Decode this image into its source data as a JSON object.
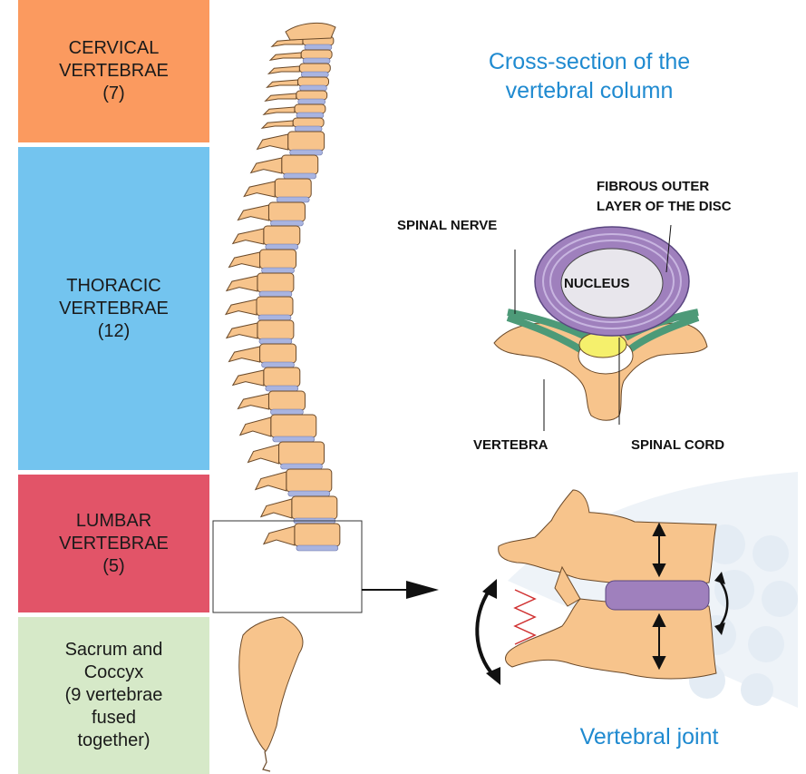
{
  "regions": {
    "cervical": {
      "lines": [
        "CERVICAL",
        "VERTEBRAE",
        "(7)"
      ],
      "color": "#fb9a5f"
    },
    "thoracic": {
      "lines": [
        "THORACIC",
        "VERTEBRAE",
        "(12)"
      ],
      "color": "#73c4ef"
    },
    "lumbar": {
      "lines": [
        "LUMBAR",
        "VERTEBRAE",
        "(5)"
      ],
      "color": "#e25468"
    },
    "sacrum": {
      "lines": [
        "Sacrum and",
        "Coccyx",
        "(9 vertebrae",
        "fused",
        "together)"
      ],
      "color": "#d6e9c8"
    }
  },
  "cross_section": {
    "title_lines": [
      "Cross-section of the",
      "vertebral column"
    ],
    "labels": {
      "fibrous": [
        "FIBROUS OUTER",
        "LAYER OF THE DISC"
      ],
      "spinal_nerve": "SPINAL NERVE",
      "nucleus": "NUCLEUS",
      "vertebra": "VERTEBRA",
      "spinal_cord": "SPINAL CORD"
    }
  },
  "joint": {
    "title": "Vertebral joint"
  },
  "colors": {
    "bone": "#f7c48c",
    "bone_outline": "#6b4a2a",
    "disc": "#a9b4e0",
    "title_blue": "#1f8ad0",
    "disc_purple": "#9f80bd",
    "nerve_green": "#4d9a78",
    "cord_yellow": "#f5f06c"
  }
}
